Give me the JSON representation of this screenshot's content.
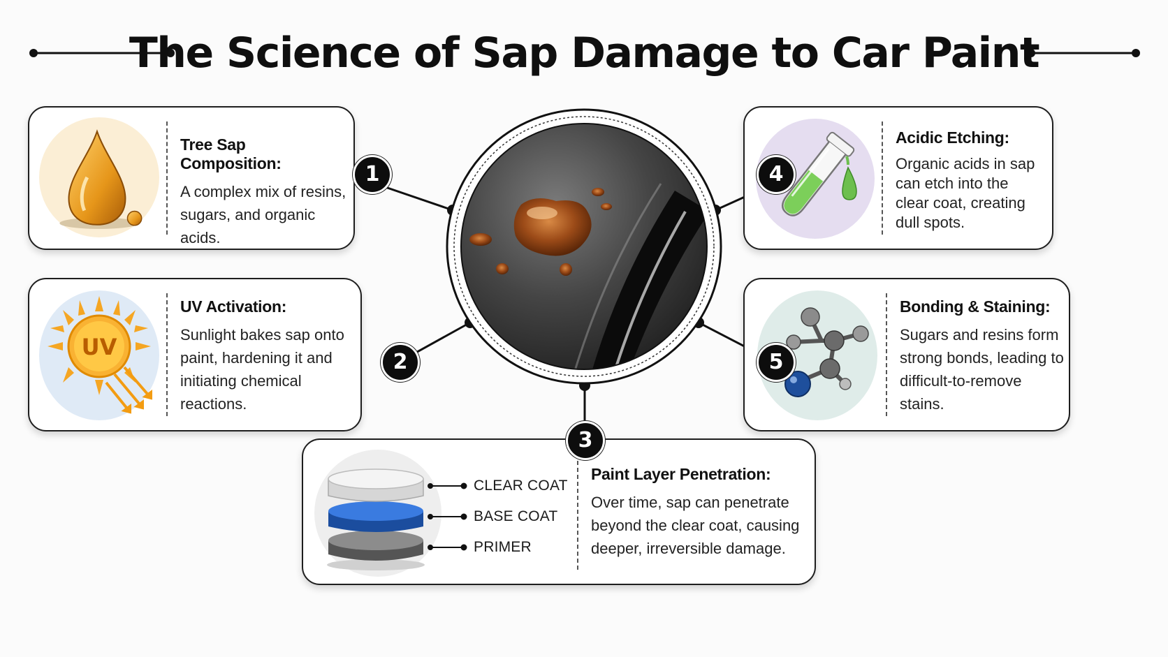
{
  "title": "The Science of Sap Damage to Car Paint",
  "steps": [
    {
      "number": "1",
      "title": "Tree Sap Composition:",
      "body": "A complex mix of resins, sugars, and organic acids.",
      "icon": "sap-drop-icon"
    },
    {
      "number": "2",
      "title": "UV Activation:",
      "body": "Sunlight bakes sap onto paint, hardening it and initiating chemical reactions.",
      "icon": "uv-sun-icon",
      "icon_text": "UV"
    },
    {
      "number": "3",
      "title": "Paint Layer Penetration:",
      "body": "Over time, sap can penetrate beyond the clear coat, causing deeper, irreversible damage.",
      "icon": "paint-layers-icon"
    },
    {
      "number": "4",
      "title": "Acidic Etching:",
      "body": "Organic acids in sap can etch into the clear coat, creating dull spots.",
      "icon": "test-tube-icon"
    },
    {
      "number": "5",
      "title": "Bonding & Staining:",
      "body": "Sugars and resins form strong bonds, leading to difficult-to-remove stains.",
      "icon": "molecule-icon"
    }
  ],
  "paint_layers": [
    "CLEAR COAT",
    "BASE COAT",
    "PRIMER"
  ],
  "colors": {
    "sap": "#a0521e",
    "base_coat": "#1f5fc2",
    "uv": "#f39c12",
    "acid_green": "#6dbf4e",
    "molecule_node": "#6b6b6b",
    "molecule_blue": "#1e4f9c"
  }
}
